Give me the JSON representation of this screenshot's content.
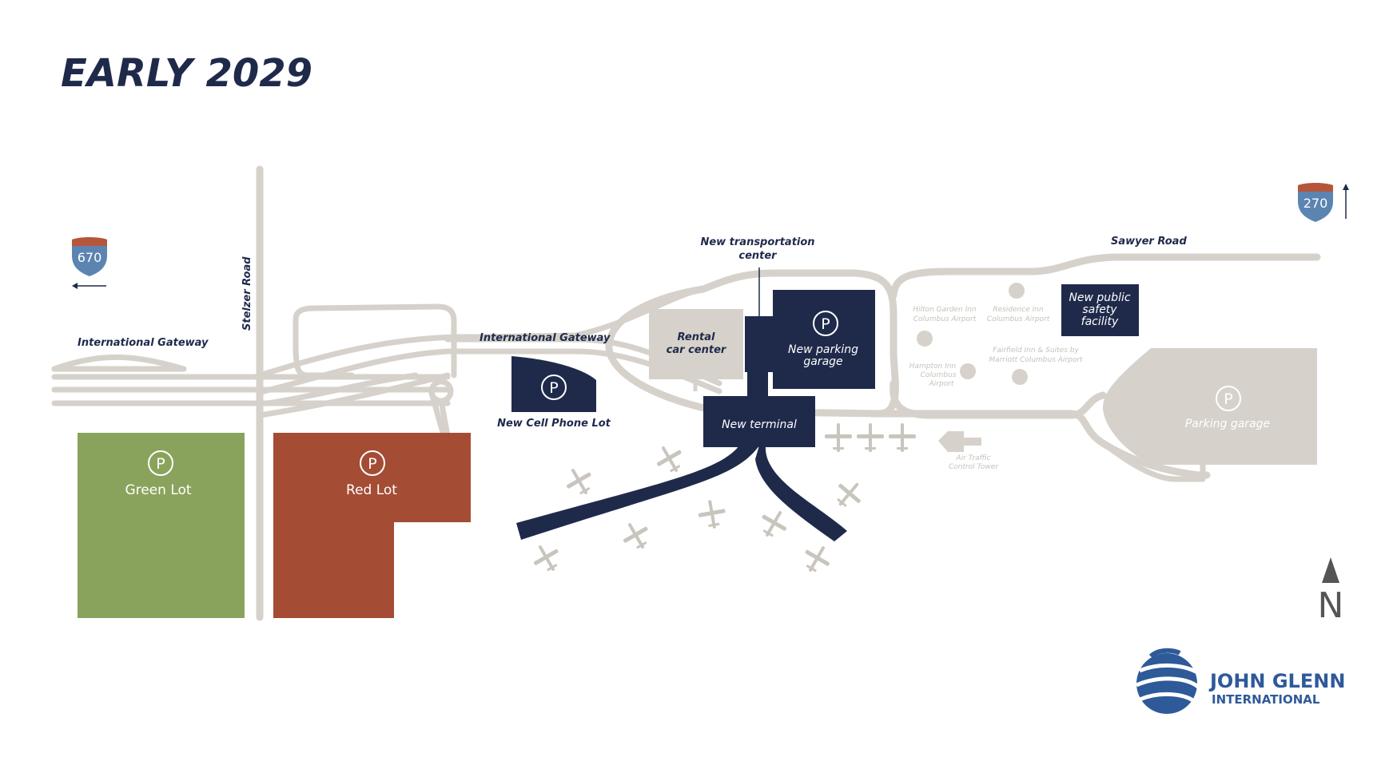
{
  "title": "EARLY 2029",
  "roads": {
    "international_gateway_west": "International Gateway",
    "international_gateway_mid": "International Gateway",
    "stelzer_road": "Stelzer Road",
    "sawyer_road": "Sawyer Road"
  },
  "highways": {
    "i670": "670",
    "i270": "270"
  },
  "parking_symbol": "P",
  "lots": {
    "green": "Green Lot",
    "red": "Red Lot",
    "cell_phone": "New Cell Phone Lot",
    "parking_garage": "Parking garage",
    "new_garage_line1": "New parking",
    "new_garage_line2": "garage"
  },
  "facilities": {
    "transport_line1": "New transportation",
    "transport_line2": "center",
    "rental_line1": "Rental",
    "rental_line2": "car center",
    "terminal": "New terminal",
    "safety_line1": "New public",
    "safety_line2": "safety",
    "safety_line3": "facility",
    "atc_line1": "Air Traffic",
    "atc_line2": "Control Tower"
  },
  "hotels": {
    "hilton_line1": "Hilton Garden Inn",
    "hilton_line2": "Columbus Airport",
    "residence_line1": "Residence Inn",
    "residence_line2": "Columbus Airport",
    "fairfield_line1": "Fairfield Inn & Suites by",
    "fairfield_line2": "Marriott Columbus Airport",
    "hampton_line1": "Hampton Inn",
    "hampton_line2": "Columbus",
    "hampton_line3": "Airport"
  },
  "north": "N",
  "logo": {
    "line1": "JOHN GLENN",
    "line2": "INTERNATIONAL"
  },
  "colors": {
    "navy": "#1f2a4b",
    "green_lot": "#8aa35c",
    "red_lot": "#a54c35",
    "road": "#d6d2cb",
    "shield_blue": "#5b84b1",
    "shield_red": "#b5563b",
    "logo_blue": "#2e5a9a"
  }
}
